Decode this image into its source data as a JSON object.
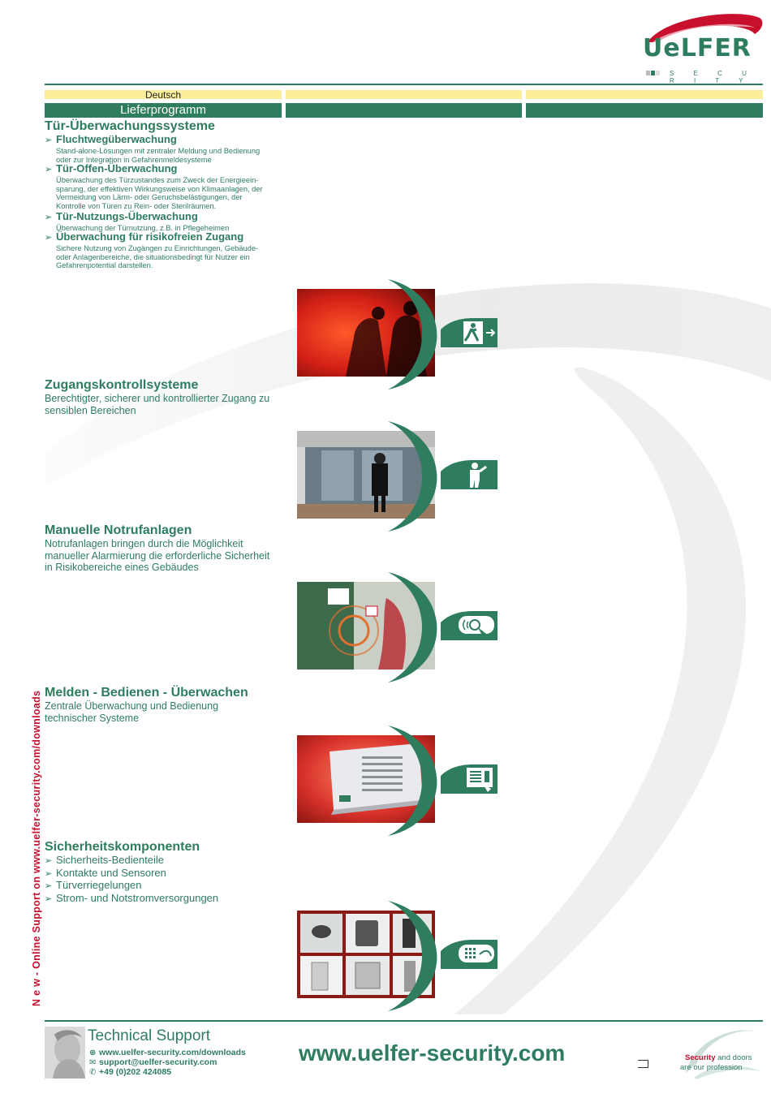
{
  "brand": {
    "logo_text": "UeLFER",
    "logo_subtitle": "S E C U R I T Y",
    "colors": {
      "green": "#2e7d5e",
      "red": "#c8102e",
      "yellow": "#fbef9b"
    }
  },
  "header": {
    "language": "Deutsch",
    "program_label": "Lieferprogramm"
  },
  "sections": {
    "s1": {
      "title": "Tür-Überwachungssysteme",
      "items": [
        {
          "title": "Fluchtwegüberwachung",
          "lines": [
            "Stand-alone-Lösungen mit zentraler Meldung und Bedienung",
            "oder zur Integration in Gefahrenmeldesysteme"
          ]
        },
        {
          "title": "Tür-Offen-Überwachung",
          "lines": [
            "Überwachung des Türzustandes zum Zweck der Energieein-",
            "sparung, der effektiven Wirkungsweise von Klimaanlagen, der",
            "Vermeidung von Lärm- oder Geruchsbelästigungen, der",
            "Kontrolle von Türen zu Rein- oder Sterilräumen."
          ]
        },
        {
          "title": "Tür-Nutzungs-Überwachung",
          "lines": [
            "Überwachung der Türnutzung, z.B. in Pflegeheimen"
          ]
        },
        {
          "title": "Überwachung für risikofreien Zugang",
          "lines": [
            "Sichere Nutzung von Zugängen zu Einrichtungen, Gebäude-",
            "oder Anlagenbereiche, die situationsbedingt für Nutzer ein",
            "Gefahrenpotential darstellen."
          ]
        }
      ],
      "icon": "emergency-exit-icon"
    },
    "s2": {
      "title": "Zugangskontrollsysteme",
      "lines": [
        "Berechtigter, sicherer und kontrollierter Zugang zu",
        "sensiblen Bereichen"
      ],
      "icon": "access-control-person-icon"
    },
    "s3": {
      "title": "Manuelle Notrufanlagen",
      "lines": [
        "Notrufanlagen bringen durch die Möglichkeit",
        "manueller Alarmierung die erforderliche Sicherheit",
        "in Risikobereiche eines Gebäudes"
      ],
      "icon": "alarm-button-press-icon"
    },
    "s4": {
      "title": "Melden - Bedienen - Überwachen",
      "lines": [
        "Zentrale Überwachung und Bedienung",
        "technischer Systeme"
      ],
      "icon": "control-panel-icon"
    },
    "s5": {
      "title": "Sicherheitskomponenten",
      "bullets": [
        "Sicherheits-Bedienteile",
        "Kontakte und Sensoren",
        "Türverriegelungen",
        "Strom- und Notstromversorgungen"
      ],
      "icon": "keypad-card-icon"
    }
  },
  "side_text": "N e w  -  Online Support on www.uelfer-security.com/downloads",
  "footer": {
    "support_title": "Technical Support",
    "downloads_url": "www.uelfer-security.com/downloads",
    "email": "support@uelfer-security.com",
    "phone": "+49 (0)202 424085",
    "website": "www.uelfer-security.com",
    "slogan_part1": "Security",
    "slogan_part2": " and doors",
    "slogan_line2": "are our profession"
  }
}
